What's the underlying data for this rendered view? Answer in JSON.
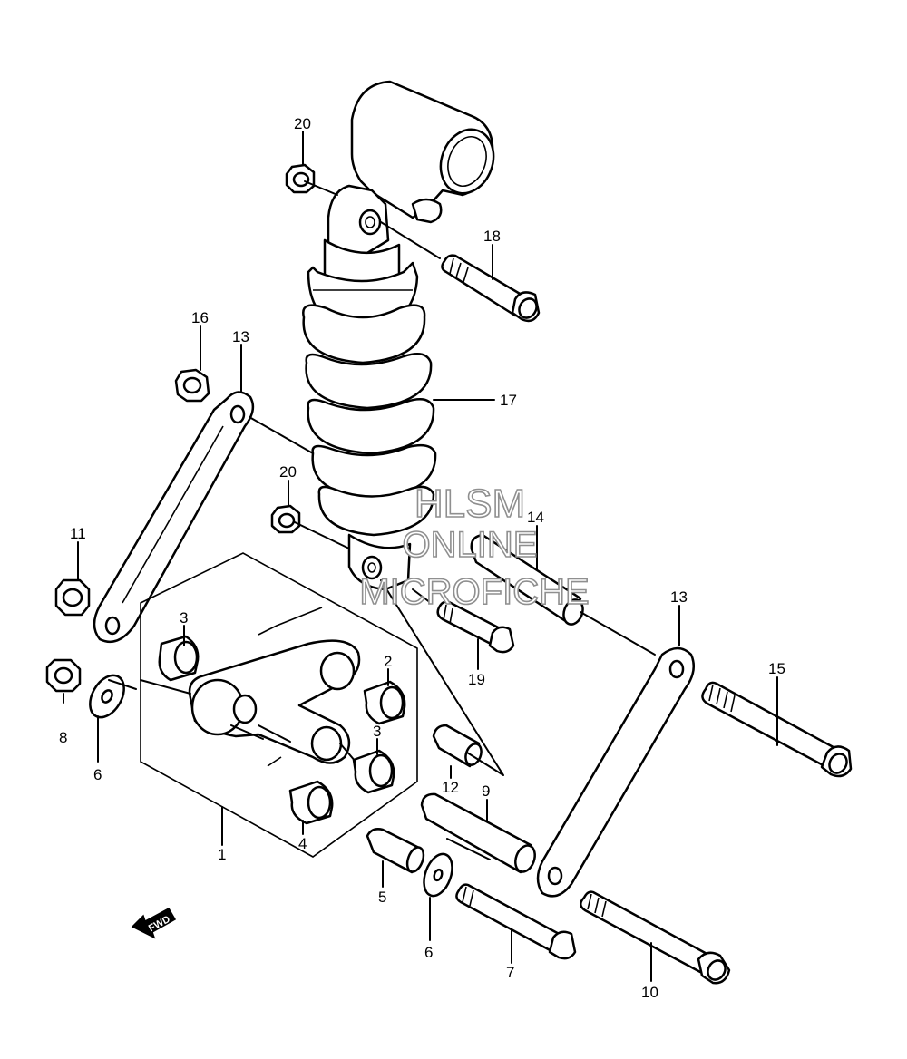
{
  "diagram": {
    "watermark": [
      "HLSM",
      "ONLINE",
      "MICROFICHE"
    ],
    "direction_marker": "FWD",
    "callouts": [
      {
        "id": "c20a",
        "text": "20"
      },
      {
        "id": "c18",
        "text": "18"
      },
      {
        "id": "c16",
        "text": "16"
      },
      {
        "id": "c13a",
        "text": "13"
      },
      {
        "id": "c17",
        "text": "17"
      },
      {
        "id": "c20b",
        "text": "20"
      },
      {
        "id": "c14",
        "text": "14"
      },
      {
        "id": "c11",
        "text": "11"
      },
      {
        "id": "c13b",
        "text": "13"
      },
      {
        "id": "c3a",
        "text": "3"
      },
      {
        "id": "c2",
        "text": "2"
      },
      {
        "id": "c3b",
        "text": "3"
      },
      {
        "id": "c19",
        "text": "19"
      },
      {
        "id": "c15",
        "text": "15"
      },
      {
        "id": "c8",
        "text": "8"
      },
      {
        "id": "c6a",
        "text": "6"
      },
      {
        "id": "c12",
        "text": "12"
      },
      {
        "id": "c9",
        "text": "9"
      },
      {
        "id": "c4",
        "text": "4"
      },
      {
        "id": "c1",
        "text": "1"
      },
      {
        "id": "c5",
        "text": "5"
      },
      {
        "id": "c6b",
        "text": "6"
      },
      {
        "id": "c7",
        "text": "7"
      },
      {
        "id": "c10",
        "text": "10"
      }
    ]
  }
}
